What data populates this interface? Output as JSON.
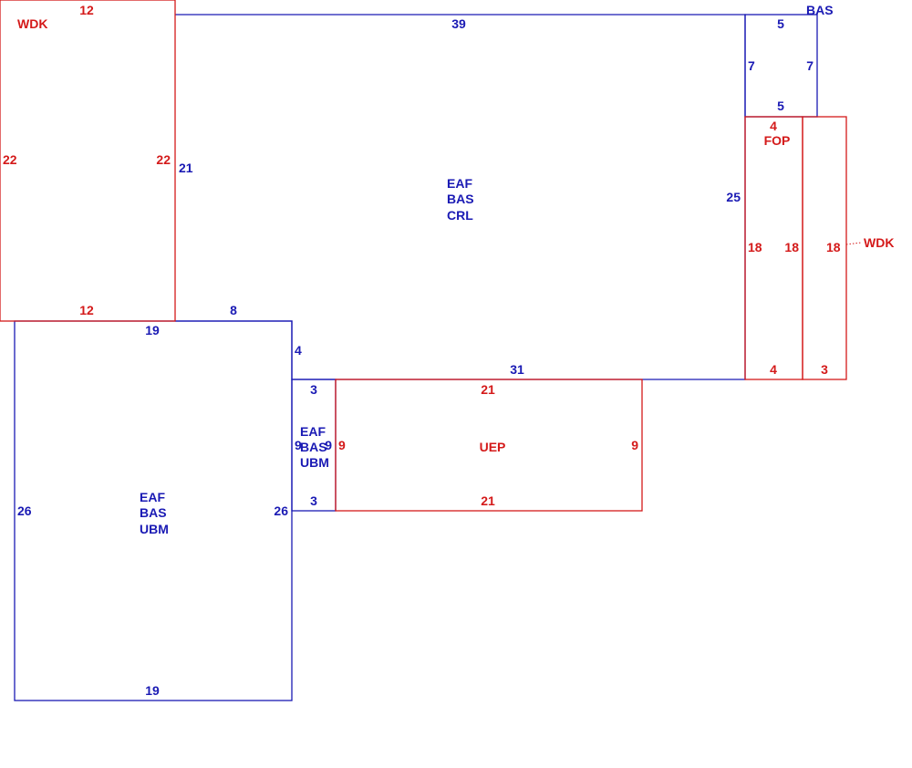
{
  "colors": {
    "blue": "#1a1ab4",
    "red": "#d41a1a",
    "background": "#ffffff"
  },
  "regions": {
    "wdk_left": {
      "name": "WDK",
      "top": "12",
      "bottom": "12",
      "left": "22",
      "right": "22"
    },
    "eaf_bas_crl": {
      "lines": [
        "EAF",
        "BAS",
        "CRL"
      ],
      "top": "39",
      "left": "21",
      "right": "25",
      "bottom": "31",
      "notch_top": "8",
      "notch_side": "4"
    },
    "bas_small": {
      "name": "BAS",
      "top": "5",
      "bottom": "5",
      "left": "7",
      "right": "7"
    },
    "fop": {
      "name": "FOP",
      "top": "4",
      "bottom": "4",
      "left": "18",
      "right": "18"
    },
    "wdk_right": {
      "name": "WDK",
      "width_label": "3",
      "height_label": "18"
    },
    "eaf_bas_ubm_large": {
      "lines": [
        "EAF",
        "BAS",
        "UBM"
      ],
      "top": "19",
      "bottom": "19",
      "left": "26",
      "right": "26"
    },
    "eaf_bas_ubm_small": {
      "lines": [
        "EAF",
        "BAS",
        "UBM"
      ],
      "top": "3",
      "bottom": "3",
      "left": "9",
      "right": "9"
    },
    "uep": {
      "name": "UEP",
      "top": "21",
      "bottom": "21",
      "left": "9",
      "right": "9"
    }
  }
}
